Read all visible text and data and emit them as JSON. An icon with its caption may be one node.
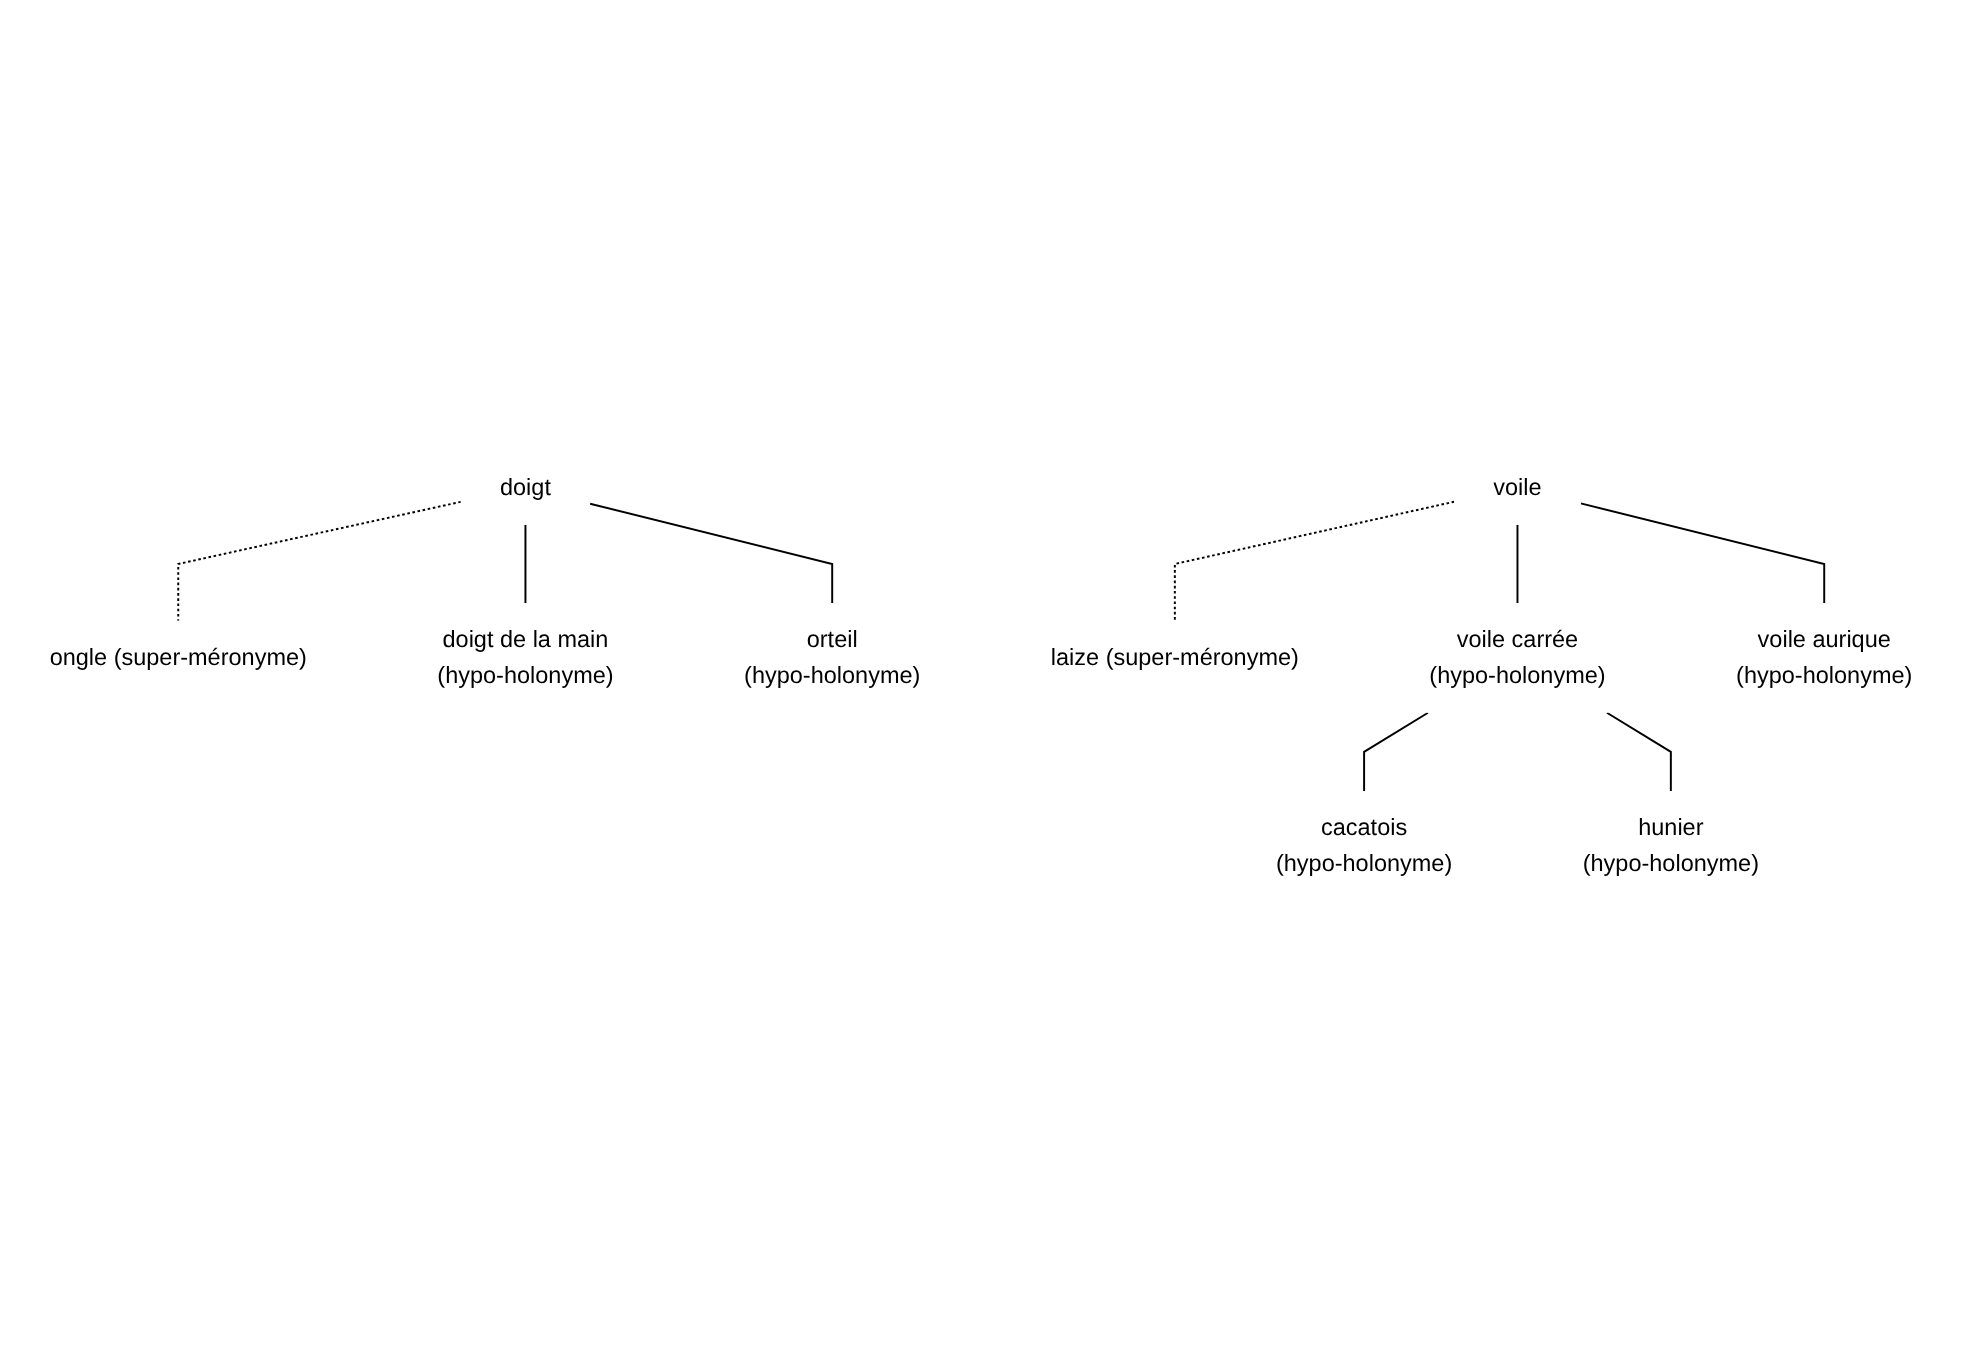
{
  "diagram": {
    "nodes": [
      {
        "text": [
          "doigt"
        ]
      },
      {
        "text": [
          "ongle (super-méronyme)"
        ]
      },
      {
        "text": [
          "doigt de la main",
          "(hypo-holonyme)"
        ]
      },
      {
        "text": [
          "orteil",
          "(hypo-holonyme)"
        ]
      },
      {
        "text": [
          "voile"
        ]
      },
      {
        "text": [
          "laize (super-méronyme)"
        ]
      },
      {
        "text": [
          "voile carrée",
          "(hypo-holonyme)"
        ]
      },
      {
        "text": [
          "voile aurique",
          "(hypo-holonyme)"
        ]
      },
      {
        "text": [
          "cacatois",
          "(hypo-holonyme)"
        ]
      },
      {
        "text": [
          "hunier",
          "(hypo-holonyme)"
        ]
      }
    ],
    "edges": [
      {
        "from": 0,
        "to": 1,
        "arrow": "none",
        "style": "dashed"
      },
      {
        "from": 0,
        "to": 2,
        "arrow": "none"
      },
      {
        "from": 0,
        "to": 3,
        "arrow": "none"
      },
      {
        "from": 4,
        "to": 5,
        "arrow": "none",
        "style": "dashed"
      },
      {
        "from": 4,
        "to": 6,
        "arrow": "none"
      },
      {
        "from": 4,
        "to": 7,
        "arrow": "none"
      },
      {
        "from": 6,
        "to": 8,
        "arrow": "none"
      },
      {
        "from": 6,
        "to": 9,
        "arrow": "none"
      }
    ]
  }
}
